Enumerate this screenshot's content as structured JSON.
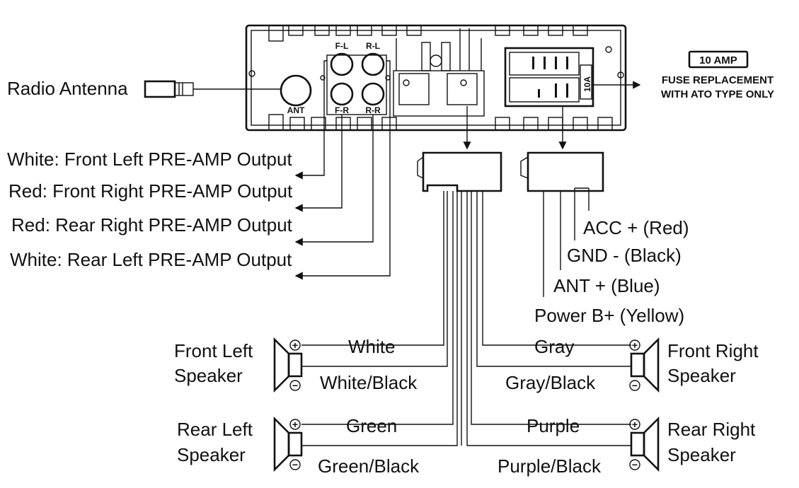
{
  "unit": {
    "antenna_port_label": "ANT",
    "rca_labels": {
      "fl": "F-L",
      "rl": "R-L",
      "fr": "F-R",
      "rr": "R-R"
    },
    "fuse_rating": "10A"
  },
  "antenna": {
    "label": "Radio Antenna"
  },
  "fuse": {
    "badge": "10 AMP",
    "line1": "FUSE REPLACEMENT",
    "line2": "WITH ATO TYPE ONLY"
  },
  "preamp_outputs": [
    "White: Front Left PRE-AMP Output",
    "Red: Front Right PRE-AMP Output",
    "Red: Rear Right PRE-AMP Output",
    "White: Rear Left PRE-AMP Output"
  ],
  "power_wires": [
    "ACC + (Red)",
    "GND -  (Black)",
    "ANT + (Blue)",
    "Power B+ (Yellow)"
  ],
  "speakers": {
    "front_left": {
      "line1": "Front Left",
      "line2": "Speaker",
      "pos_wire": "White",
      "neg_wire": "White/Black"
    },
    "front_right": {
      "line1": "Front Right",
      "line2": "Speaker",
      "pos_wire": "Gray",
      "neg_wire": "Gray/Black"
    },
    "rear_left": {
      "line1": "Rear Left",
      "line2": "Speaker",
      "pos_wire": "Green",
      "neg_wire": "Green/Black"
    },
    "rear_right": {
      "line1": "Rear Right",
      "line2": "Speaker",
      "pos_wire": "Purple",
      "neg_wire": "Purple/Black"
    }
  }
}
